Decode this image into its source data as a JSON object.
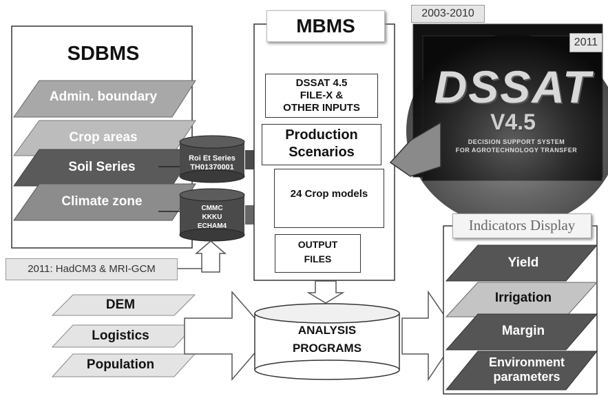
{
  "sdbms": {
    "title": "SDBMS",
    "layers": [
      "Admin. boundary",
      "Crop areas",
      "Soil Series",
      "Climate zone"
    ]
  },
  "cylinder_soil": {
    "line1": "Roi Et Series",
    "line2": "TH01370001"
  },
  "cylinder_climate": {
    "line1": "CMMC",
    "line2": "KKKU",
    "line3": "ECHAM4"
  },
  "hadcm_tag": "2011: HadCM3 & MRI-GCM",
  "mbms": {
    "title": "MBMS",
    "dssat_inputs": {
      "line1": "DSSAT 4.5",
      "line2": "FILE-X &",
      "line3": "OTHER INPUTS"
    },
    "production": {
      "line1": "Production",
      "line2": "Scenarios"
    },
    "crop_models": "24 Crop models",
    "output": {
      "line1": "OUTPUT",
      "line2": "FILES"
    }
  },
  "dssat_logo": {
    "year_old": "2003-2010",
    "year_new": "2011",
    "name": "DSSAT",
    "version": "V4.5",
    "tagline1": "DECISION SUPPORT SYSTEM",
    "tagline2": "FOR AGROTECHNOLOGY TRANSFER"
  },
  "inputs": [
    "DEM",
    "Logistics",
    "Population"
  ],
  "analysis": {
    "line1": "ANALYSIS",
    "line2": "PROGRAMS"
  },
  "indicators": {
    "title": "Indicators Display",
    "items": [
      "Yield",
      "Irrigation",
      "Margin",
      "Environment parameters"
    ]
  }
}
